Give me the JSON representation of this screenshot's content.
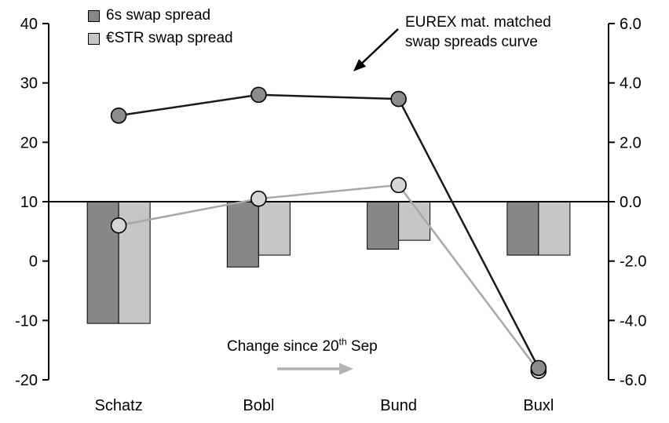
{
  "chart_data": {
    "type": "combo-bar-line",
    "categories": [
      "Schatz",
      "Bobl",
      "Bund",
      "Buxl"
    ],
    "left_axis": {
      "range": [
        -20,
        40
      ],
      "ticks": [
        40,
        30,
        20,
        10,
        0,
        -10,
        -20
      ]
    },
    "right_axis": {
      "range": [
        -6,
        6
      ],
      "ticks": [
        "6.0",
        "4.0",
        "2.0",
        "0.0",
        "-2.0",
        "-4.0",
        "-6.0"
      ]
    },
    "bar_series": [
      {
        "name": "6s swap spread",
        "axis": "right",
        "color": "#878787",
        "values": [
          -4.1,
          -2.2,
          -1.6,
          -1.8
        ]
      },
      {
        "name": "€STR swap spread",
        "axis": "right",
        "color": "#c6c6c6",
        "values": [
          -4.1,
          -1.8,
          -1.3,
          -1.8
        ]
      }
    ],
    "line_series": [
      {
        "name": "6s swap spread (level)",
        "axis": "left",
        "color": "#1a1a1a",
        "marker_fill": "#8c8c8c",
        "values": [
          24.5,
          28.0,
          27.3,
          -18.0
        ]
      },
      {
        "name": "€STR swap spread (level)",
        "axis": "left",
        "color": "#a8a8a8",
        "marker_fill": "#d6d6d6",
        "values": [
          6.0,
          10.5,
          12.8,
          -18.5
        ]
      }
    ],
    "legend": [
      {
        "label": "6s swap spread",
        "color": "#878787"
      },
      {
        "label": "€STR swap spread",
        "color": "#c6c6c6"
      }
    ],
    "annotations": {
      "curve_label": "EUREX mat. matched swap spreads curve",
      "change_label_pre": "Change since 20",
      "change_label_sup": "th",
      "change_label_post": " Sep"
    },
    "grid": "off",
    "legend_position": "top-left-inside"
  }
}
